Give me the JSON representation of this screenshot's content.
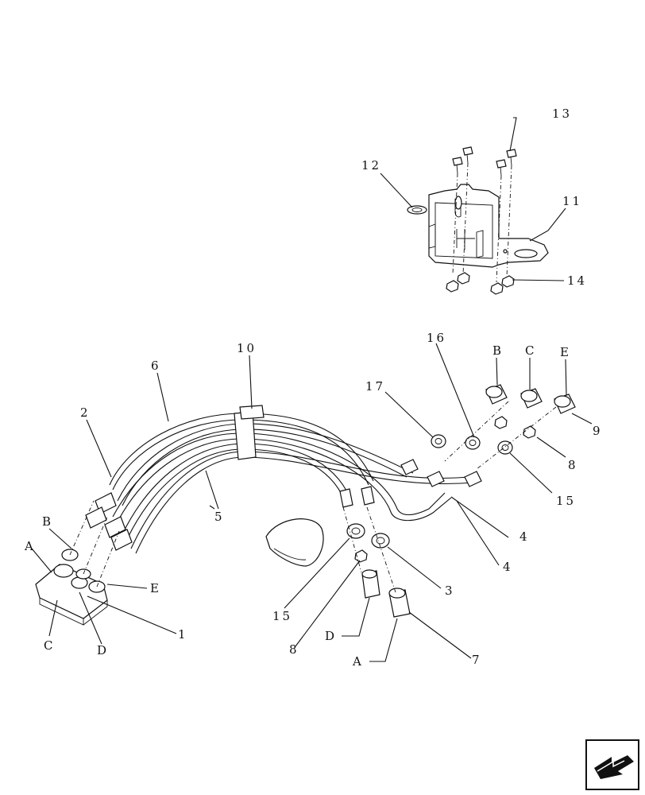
{
  "callouts": {
    "c1": "1",
    "c2": "2",
    "c3": "3",
    "c4a": "4",
    "c4b": "4",
    "c5": "5",
    "c6": "6",
    "c7": "7",
    "c8a": "8",
    "c8b": "8",
    "c9": "9",
    "c10": "10",
    "c11": "11",
    "c12": "12",
    "c13": "13",
    "c14": "14",
    "c15a": "15",
    "c15b": "15",
    "c16": "16",
    "c17": "17",
    "A1": "A",
    "B1": "B",
    "C1": "C",
    "D1": "D",
    "E1": "E",
    "B2": "B",
    "C2": "C",
    "E2": "E",
    "D2": "D",
    "A2": "A"
  },
  "nav": {
    "icon": "next-page-arrow-icon"
  }
}
